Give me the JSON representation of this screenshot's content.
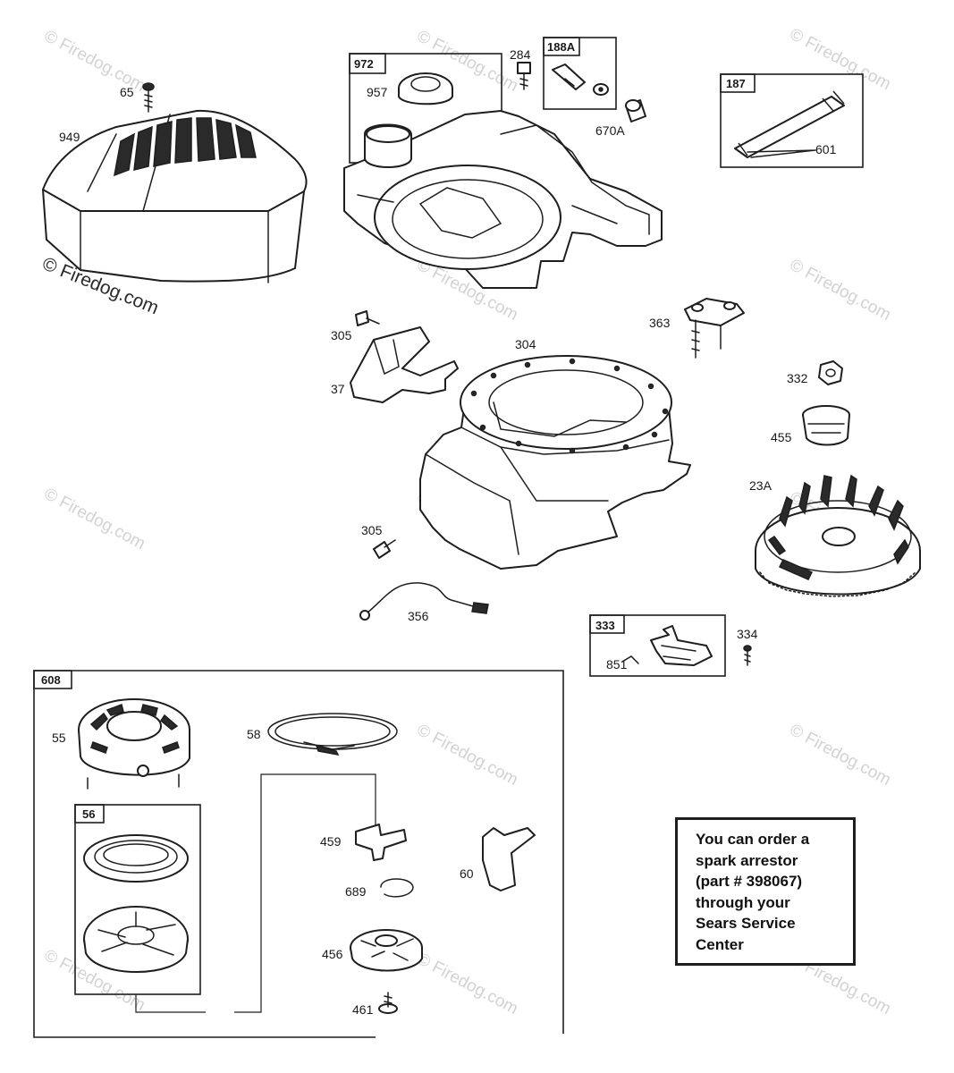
{
  "watermark": {
    "text": "© Firedog.com"
  },
  "labels": {
    "p65": "65",
    "p949": "949",
    "p972": "972",
    "p957": "957",
    "p284": "284",
    "p188A": "188A",
    "p670A": "670A",
    "p187": "187",
    "p601": "601",
    "p305a": "305",
    "p37": "37",
    "p304": "304",
    "p363": "363",
    "p332": "332",
    "p455": "455",
    "p23A": "23A",
    "p305b": "305",
    "p356": "356",
    "p333": "333",
    "p334": "334",
    "p851": "851",
    "p608": "608",
    "p55": "55",
    "p58": "58",
    "p56": "56",
    "p459": "459",
    "p689": "689",
    "p60": "60",
    "p456": "456",
    "p461": "461"
  },
  "notice": {
    "lines": [
      "You can order a",
      "spark arrestor",
      "(part # 398067)",
      "through your",
      "Sears Service",
      "Center"
    ]
  }
}
